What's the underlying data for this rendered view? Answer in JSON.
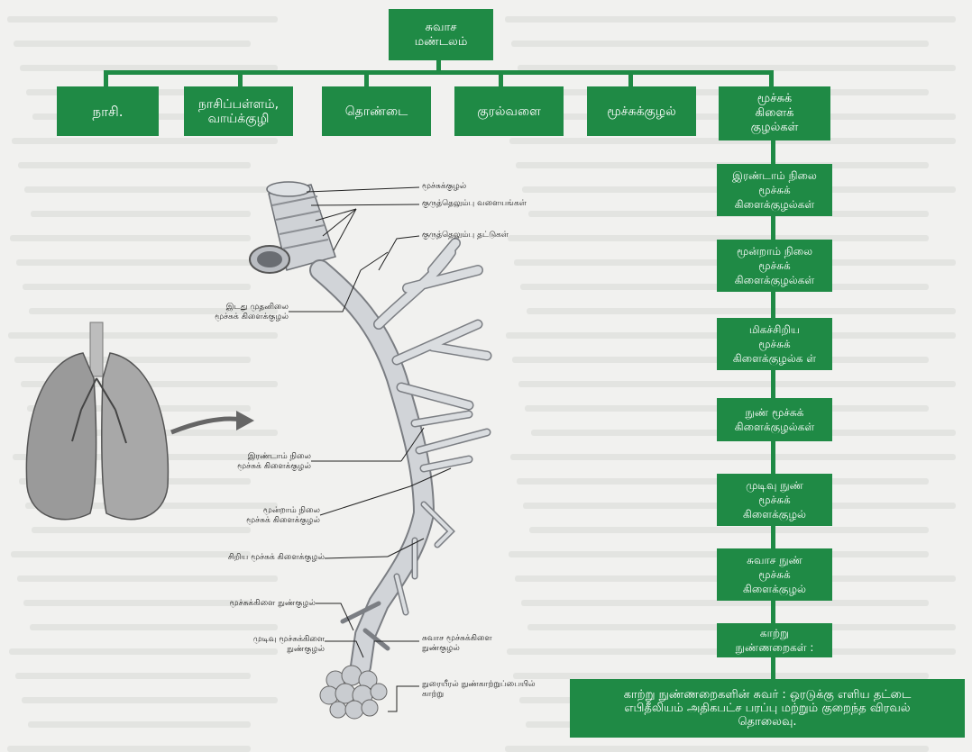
{
  "flowchart": {
    "root": "சுவாச\nமண்டலம்",
    "branches": [
      "நாசி.",
      "நாசிப்பள்ளம்,\nவாய்க்குழி",
      "தொண்டை",
      "குரல்வளை",
      "மூச்சுக்குழல்",
      "மூச்சுக்\nகிளைக்\nகுழல்கள்"
    ],
    "chain": [
      "இரண்டாம் நிலை\nமூச்சுக்\nகிளைக்குழல்கள்",
      "மூன்றாம் நிலை\nமூச்சுக்\nகிளைக்குழல்கள்",
      "மிகச்சிறிய\nமூச்சுக்\nகிளைக்குழல்க ள்",
      "நுண் மூச்சுக்\nகிளைக்குழல்கள்",
      "முடிவு நுண்\nமூச்சுக்\nகிளைக்குழல்",
      "சுவாச நுண்\nமூச்சுக்\nகிளைக்குழல்",
      "காற்று\nநுண்ணறைகள் :"
    ],
    "bottom": "காற்று நுண்ணறைகளின் சுவர் : ஒரடுக்கு எளிய தட்டை\nஎபிதீலியம் அதிகபட்ச பரப்பு மற்றும் குறைந்த விரவல்\nதொலைவு."
  },
  "anatomy_labels": {
    "trachea": "மூச்சுக்குழல்",
    "cartilage_rings": "குருத்தெலும்பு வளையங்கள்",
    "cartilage_plates": "குருத்தெலும்பு தட்டுகள்",
    "left_primary": "இடது முதனிலை\nமூச்சுக் கிளைக்குழல்",
    "secondary": "இரண்டாம் நிலை\nமூச்சுக் கிளைக்குழல்",
    "tertiary": "மூன்றாம் நிலை\nமூச்சுக் கிளைக்குழல்",
    "small": "சிறிய மூச்சுக் கிளைக்குழல்",
    "bronchiole": "மூச்சுக்கிளை நுண்குழல்",
    "terminal": "முடிவு மூச்சுக்கிளை\nநுண்குழல்",
    "respiratory": "சுவாச மூச்சுக்கிளை\nநுண்குழல்",
    "alveoli": "நுரையீரல் நுண்காற்றுப்பையில்\nகாற்று"
  },
  "colors": {
    "box": "#1f8a45",
    "box_text": "#ffffff",
    "paper": "#f1f1ef",
    "ink": "#1a1a1a"
  }
}
